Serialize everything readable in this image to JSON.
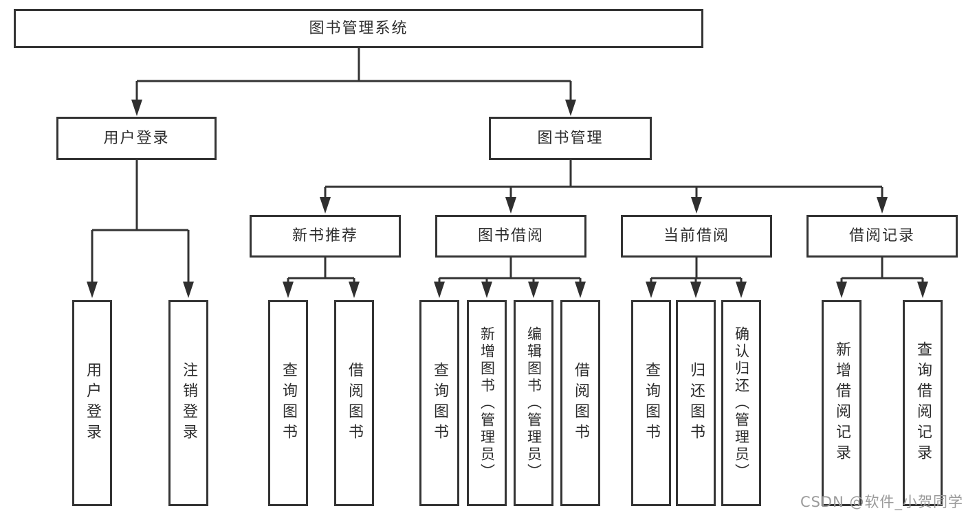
{
  "diagram": {
    "type": "hierarchy-tree",
    "colors": {
      "background": "#ffffff",
      "box_border": "#343434",
      "connector_line": "#333333",
      "text": "#2d2d2d",
      "watermark": "#9b9b9b"
    },
    "root": {
      "label": "图书管理系统"
    },
    "level2": [
      {
        "id": "user-login",
        "label": "用户登录"
      },
      {
        "id": "book-management",
        "label": "图书管理"
      }
    ],
    "level3": [
      {
        "id": "new-book-recommend",
        "label": "新书推荐",
        "parent": "book-management"
      },
      {
        "id": "book-borrowing",
        "label": "图书借阅",
        "parent": "book-management"
      },
      {
        "id": "current-borrowing",
        "label": "当前借阅",
        "parent": "book-management"
      },
      {
        "id": "borrowing-records",
        "label": "借阅记录",
        "parent": "book-management"
      }
    ],
    "leaves": {
      "user_login": [
        {
          "label": "用户登录"
        },
        {
          "label": "注销登录"
        }
      ],
      "new_book_recommend": [
        {
          "label": "查询图书"
        },
        {
          "label": "借阅图书"
        }
      ],
      "book_borrowing": [
        {
          "label": "查询图书"
        },
        {
          "label": "新增图书（管理员）"
        },
        {
          "label": "编辑图书（管理员）"
        },
        {
          "label": "借阅图书"
        }
      ],
      "current_borrowing": [
        {
          "label": "查询图书"
        },
        {
          "label": "归还图书"
        },
        {
          "label": "确认归还（管理员）"
        }
      ],
      "borrowing_records": [
        {
          "label": "新增借阅记录"
        },
        {
          "label": "查询借阅记录"
        }
      ]
    }
  },
  "watermark": {
    "text": "CSDN @软件_小贺同学"
  }
}
